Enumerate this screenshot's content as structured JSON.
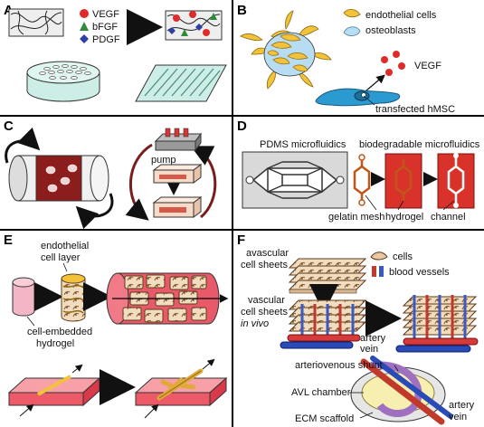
{
  "panels": {
    "a": {
      "letter": "A",
      "legend": [
        {
          "label": "VEGF",
          "color": "#e02b2b",
          "shape": "circle"
        },
        {
          "label": "bFGF",
          "color": "#2e8b3a",
          "shape": "triangle"
        },
        {
          "label": "PDGF",
          "color": "#2f3fa8",
          "shape": "diamond"
        }
      ]
    },
    "b": {
      "letter": "B",
      "legend": [
        {
          "label": "endothelial cells",
          "color": "#f2c23a"
        },
        {
          "label": "osteoblasts",
          "color": "#b8dcf2"
        }
      ],
      "vegf_label": "VEGF",
      "cell_label": "transfected hMSC"
    },
    "c": {
      "letter": "C",
      "pump_label": "pump"
    },
    "d": {
      "letter": "D",
      "title_pdms": "PDMS microfluidics",
      "title_bio": "biodegradable microfluidics",
      "gelatin_label": "gelatin mesh",
      "hydrogel_label": "hydrogel",
      "channel_label": "channel"
    },
    "e": {
      "letter": "E",
      "endothelial_label_1": "endothelial",
      "endothelial_label_2": "cell layer",
      "hydrogel_label_1": "cell-embedded",
      "hydrogel_label_2": "hydrogel"
    },
    "f": {
      "letter": "F",
      "legend": [
        {
          "label": "cells",
          "color": "#e8c7a2"
        },
        {
          "label": "blood vessels",
          "color": "#c0392b"
        }
      ],
      "avascular_1": "avascular",
      "avascular_2": "cell sheets",
      "vascular_1": "vascular",
      "vascular_2": "cell sheets",
      "in_vivo": "in vivo",
      "artery": "artery",
      "vein": "vein",
      "shunt": "arteriovenous shunt",
      "avl": "AVL chamber",
      "ecm": "ECM scaffold",
      "artery2": "artery",
      "vein2": "vein"
    }
  }
}
